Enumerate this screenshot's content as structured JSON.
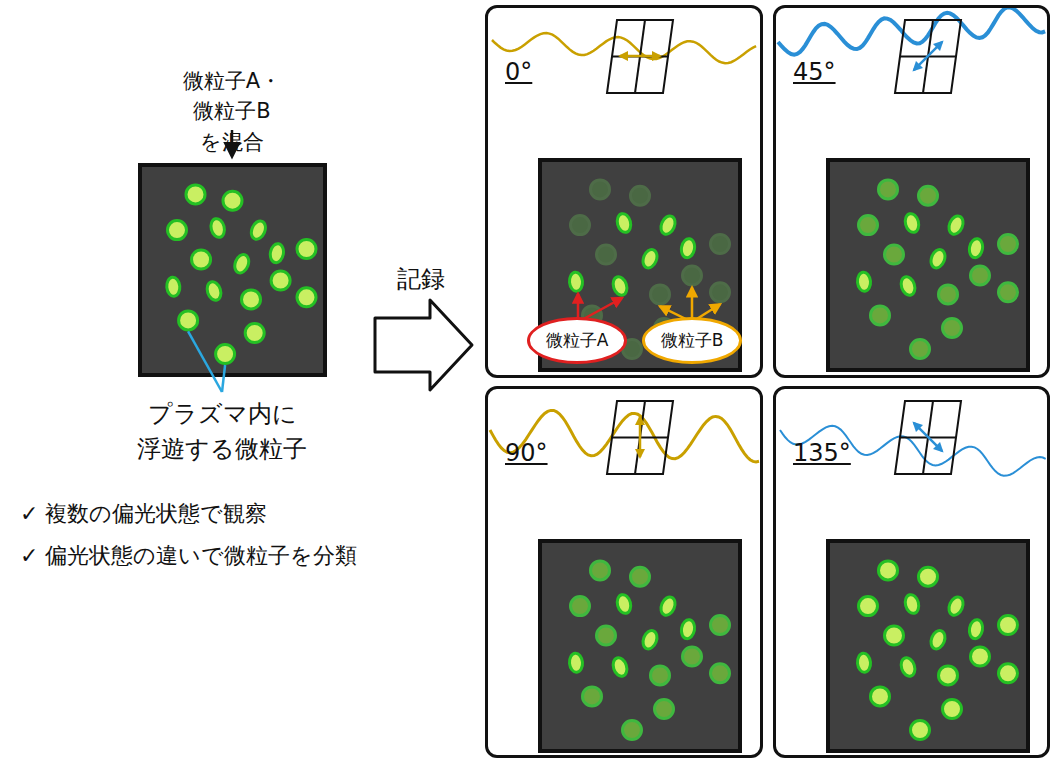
{
  "diagram": {
    "nodes": [
      {
        "text": [
          "0°"
        ]
      },
      {
        "text": [
          "微粒子A"
        ],
        "in": 0
      },
      {
        "text": [
          "微粒子B"
        ],
        "in": 0
      },
      {
        "text": [
          "45°"
        ]
      },
      {
        "text": [
          "90°"
        ]
      },
      {
        "text": [
          "135°"
        ]
      }
    ],
    "labels": [
      "微粒子A・微粒子B を混合",
      "プラズマ内に 浮遊する微粒子",
      "記録",
      "✓ 複数の偏光状態で観察",
      "✓ 偏光状態の違いで微粒子を分類"
    ]
  }
}
